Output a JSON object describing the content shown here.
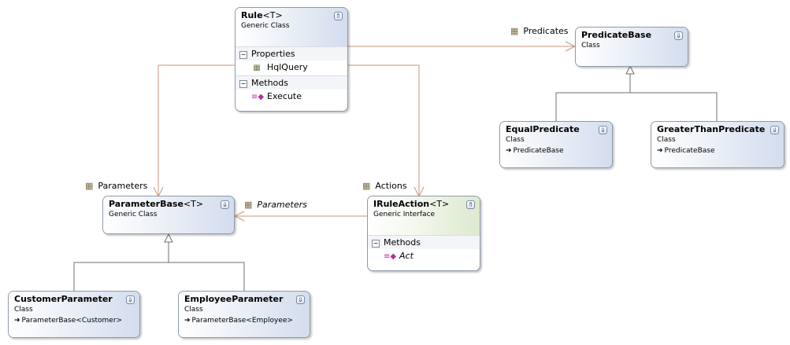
{
  "diagram": {
    "classes": [
      {
        "id": "rule",
        "name": "Rule",
        "type_param": "<T>",
        "stereotype": "Generic Class",
        "toggle": "⇑",
        "compartments": [
          {
            "title": "Properties",
            "members": [
              {
                "name": "HqlQuery",
                "icon": "property-icon"
              }
            ]
          },
          {
            "title": "Methods",
            "members": [
              {
                "name": "Execute",
                "icon": "method-icon"
              }
            ]
          }
        ]
      },
      {
        "id": "predicatebase",
        "name": "PredicateBase",
        "type_param": "",
        "stereotype": "Class",
        "toggle": "⇓"
      },
      {
        "id": "equalpredicate",
        "name": "EqualPredicate",
        "type_param": "",
        "stereotype": "Class",
        "toggle": "⇓",
        "inherits": "PredicateBase"
      },
      {
        "id": "greaterthanpredicate",
        "name": "GreaterThanPredicate",
        "type_param": "",
        "stereotype": "Class",
        "toggle": "⇓",
        "inherits": "PredicateBase"
      },
      {
        "id": "parameterbase",
        "name": "ParameterBase",
        "type_param": "<T>",
        "stereotype": "Generic Class",
        "toggle": "⇓"
      },
      {
        "id": "iruleaction",
        "name": "IRuleAction",
        "type_param": "<T>",
        "stereotype": "Generic Interface",
        "toggle": "⇑",
        "compartments": [
          {
            "title": "Methods",
            "members": [
              {
                "name": "Act",
                "icon": "method-icon",
                "italic": true
              }
            ]
          }
        ]
      },
      {
        "id": "customerparameter",
        "name": "CustomerParameter",
        "type_param": "",
        "stereotype": "Class",
        "toggle": "⇓",
        "inherits": "ParameterBase<Customer>"
      },
      {
        "id": "employeeparameter",
        "name": "EmployeeParameter",
        "type_param": "",
        "stereotype": "Class",
        "toggle": "⇓",
        "inherits": "ParameterBase<Employee>"
      }
    ],
    "associations": [
      {
        "from": "rule",
        "to": "predicatebase",
        "label": "Predicates",
        "italic": false
      },
      {
        "from": "rule",
        "to": "parameterbase",
        "label": "Parameters",
        "italic": false
      },
      {
        "from": "rule",
        "to": "iruleaction",
        "label": "Actions",
        "italic": false
      },
      {
        "from": "iruleaction",
        "to": "parameterbase",
        "label": "Parameters",
        "italic": true
      }
    ],
    "inheritance": [
      {
        "child": "equalpredicate",
        "parent": "predicatebase"
      },
      {
        "child": "greaterthanpredicate",
        "parent": "predicatebase"
      },
      {
        "child": "customerparameter",
        "parent": "parameterbase"
      },
      {
        "child": "employeeparameter",
        "parent": "parameterbase"
      }
    ],
    "colors": {
      "association": "#c8967a",
      "inheritance": "#6f6f6f",
      "border": "#8d9aab"
    }
  }
}
